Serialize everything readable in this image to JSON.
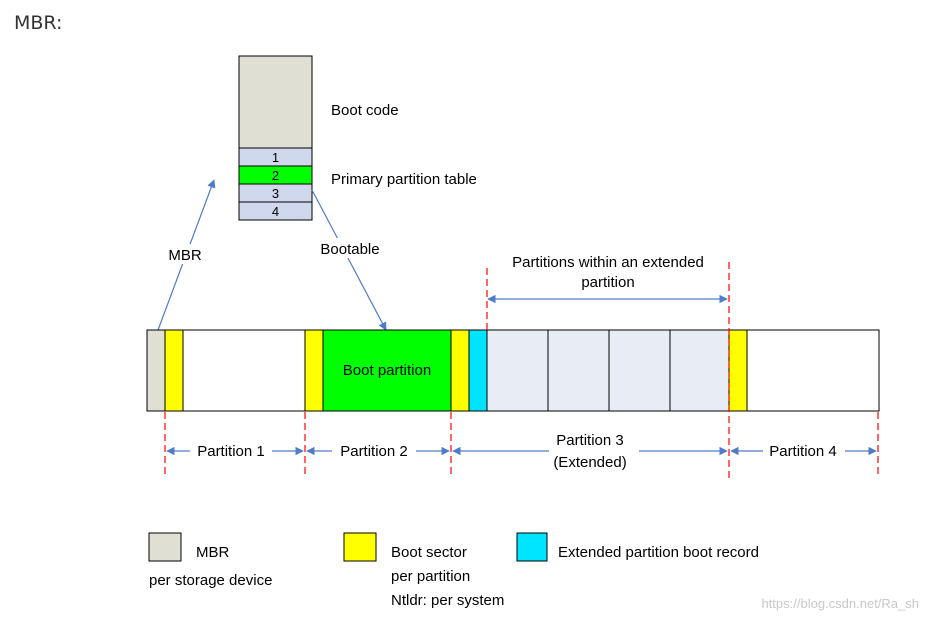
{
  "page": {
    "heading": "MBR:"
  },
  "mbr_block": {
    "boot_code_label": "Boot code",
    "table_label": "Primary partition table",
    "entries": [
      "1",
      "2",
      "3",
      "4"
    ]
  },
  "arrows": {
    "mbr_label": "MBR",
    "bootable_label": "Bootable"
  },
  "extended": {
    "within_line1": "Partitions within an extended",
    "within_line2": "partition"
  },
  "disk": {
    "boot_partition_label": "Boot partition"
  },
  "partitions": {
    "p1": "Partition 1",
    "p2": "Partition 2",
    "p3_line1": "Partition 3",
    "p3_line2": "(Extended)",
    "p4": "Partition 4"
  },
  "legend": {
    "mbr_line1": "MBR",
    "mbr_line2": "per storage device",
    "boot_line1": "Boot sector",
    "boot_line2": "per partition",
    "boot_line3": "Ntldr: per system",
    "ebr_line1": "Extended partition boot record"
  },
  "watermark": "https://blog.csdn.net/Ra_sh",
  "colors": {
    "mbr_gray": "#dfe0d3",
    "boot_yellow": "#ffff00",
    "active_green": "#00ff00",
    "ebr_cyan": "#00e5ff",
    "entry_blue": "#cfd8ec",
    "logical_fill": "#e8edf5",
    "arrow_blue": "#4f7cc8",
    "dash_red": "#ff0000"
  }
}
